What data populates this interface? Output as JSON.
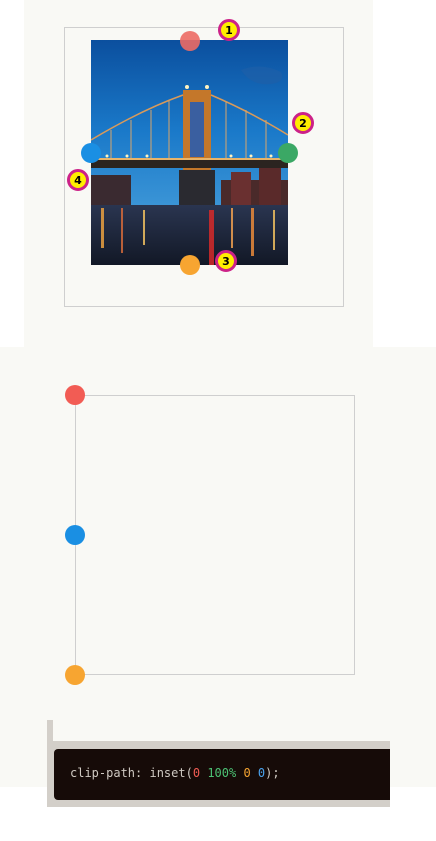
{
  "demo1": {
    "photo_alt": "Bridge at night reflected in river",
    "badges": [
      "1",
      "2",
      "3",
      "4"
    ]
  },
  "code": {
    "property": "clip-path:",
    "function": "inset(",
    "value_top": "0",
    "value_right": "100%",
    "value_bottom": "0",
    "value_left": "0",
    "closing": ");"
  },
  "colors": {
    "handle_top": "#f25c54",
    "handle_right": "#3ba865",
    "handle_bottom": "#f7a531",
    "handle_left": "#1a8fe3",
    "code_bg": "#160b08"
  }
}
